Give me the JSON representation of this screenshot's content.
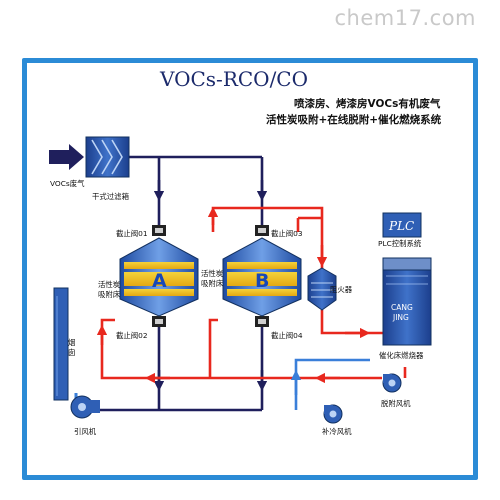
{
  "watermark": "chem17.com",
  "title": "VOCs-RCO/CO",
  "subtitle_line1": "喷漆房、烤漆房VOCs有机废气",
  "subtitle_line2": "活性炭吸附+在线脱附+催化燃烧系统",
  "labels": {
    "voc_inlet": "VOCs废气",
    "dry_filter": "干式过滤箱",
    "valve01": "截止阀01",
    "valve02": "截止阀02",
    "valve03": "截止阀03",
    "valve04": "截止阀04",
    "adsorb_bed_a": "活性炭\n吸附床",
    "adsorb_bed_b": "活性炭\n吸附床",
    "flame_arrester": "阻火器",
    "plc_control": "PLC控制系统",
    "catalytic_burner": "催化床燃烧器",
    "desorb_fan": "脱附风机",
    "makeup_fan": "补冷风机",
    "induced_fan": "引风机",
    "chimney": "烟囱"
  },
  "units": {
    "bed_a": "A",
    "bed_b": "B",
    "plc": "PLC",
    "cang_jing": "CANG\nJING"
  },
  "colors": {
    "frame": "#2b8bd6",
    "pipe_dark": "#1f1f5c",
    "pipe_red": "#e8281e",
    "pipe_blue": "#3a7fd9",
    "equipment": "#2f5fb5"
  }
}
